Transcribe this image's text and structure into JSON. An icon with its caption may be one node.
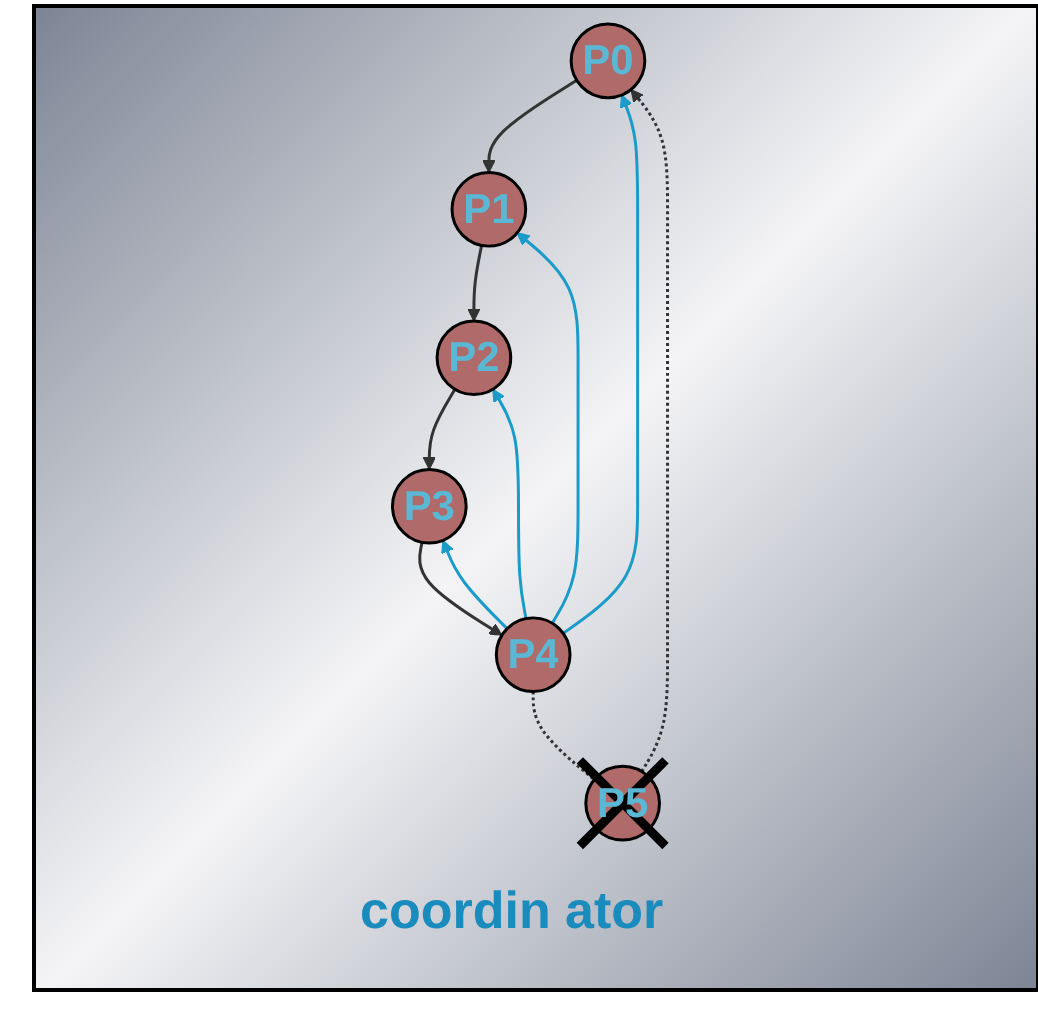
{
  "diagram": {
    "nodes": [
      {
        "text": [
          "P0"
        ]
      },
      {
        "text": [
          "P1"
        ]
      },
      {
        "text": [
          "P2"
        ]
      },
      {
        "text": [
          "P3"
        ]
      },
      {
        "text": [
          "P4"
        ]
      },
      {
        "text": [
          "P5"
        ]
      }
    ],
    "edges": [
      {
        "from": 0,
        "to": 1,
        "arrow": "to"
      },
      {
        "from": 1,
        "to": 2,
        "arrow": "to"
      },
      {
        "from": 2,
        "to": 3,
        "arrow": "to"
      },
      {
        "from": 3,
        "to": 4,
        "arrow": "to"
      },
      {
        "from": 4,
        "to": 0,
        "arrow": "to",
        "color": "#1a9bc9"
      },
      {
        "from": 4,
        "to": 1,
        "arrow": "to",
        "color": "#1a9bc9"
      },
      {
        "from": 4,
        "to": 2,
        "arrow": "to",
        "color": "#1a9bc9"
      },
      {
        "from": 4,
        "to": 3,
        "arrow": "to",
        "color": "#1a9bc9"
      },
      {
        "from": 4,
        "to": 5,
        "arrow": "none",
        "style": "dashed"
      },
      {
        "from": 5,
        "to": 0,
        "arrow": "to",
        "style": "dashed"
      }
    ],
    "labels": [
      "coordin ator"
    ]
  }
}
